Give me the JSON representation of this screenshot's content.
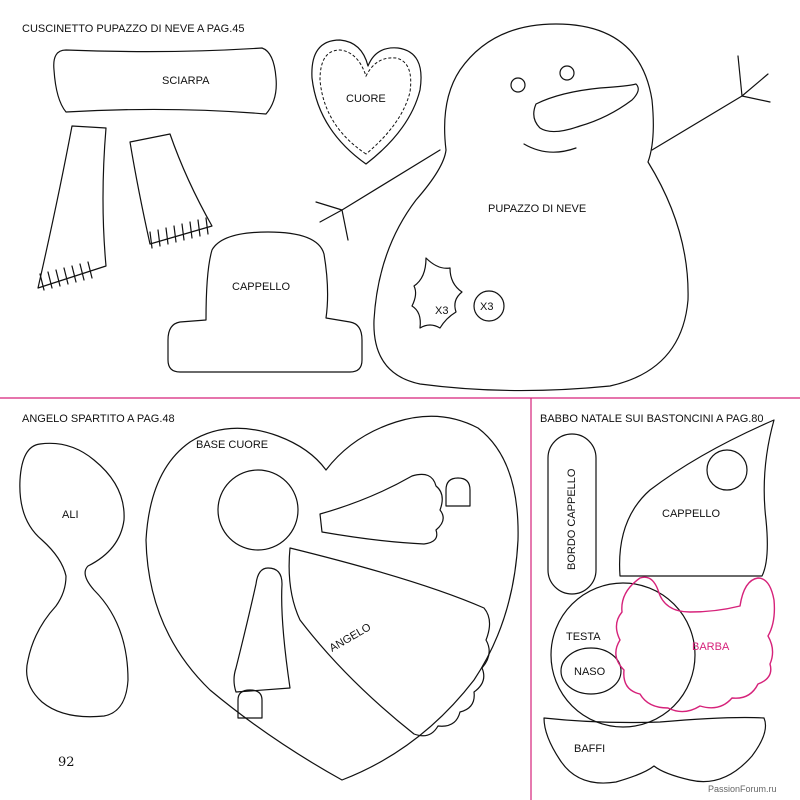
{
  "sections": {
    "snowman": {
      "header": "CUSCINETTO PUPAZZO DI NEVE A PAG.45",
      "labels": {
        "scarf": "SCIARPA",
        "heart": "CUORE",
        "hat": "CAPPELLO",
        "snowman": "PUPAZZO DI NEVE",
        "holly_count": "X3",
        "berry_count": "X3"
      }
    },
    "angel": {
      "header": "ANGELO SPARTITO A PAG.48",
      "labels": {
        "wings": "ALI",
        "heart_base": "BASE CUORE",
        "angel": "ANGELO"
      }
    },
    "santa": {
      "header": "BABBO NATALE SUI BASTONCINI A PAG.80",
      "labels": {
        "hat_brim": "BORDO CAPPELLO",
        "hat": "CAPPELLO",
        "head": "TESTA",
        "nose": "NASO",
        "beard": "BARBA",
        "mustache": "BAFFI"
      }
    }
  },
  "page_number": "92",
  "watermark": "PassionForum.ru",
  "colors": {
    "divider": "#d6227a",
    "beard_outline": "#d6227a",
    "outline": "#111111"
  }
}
